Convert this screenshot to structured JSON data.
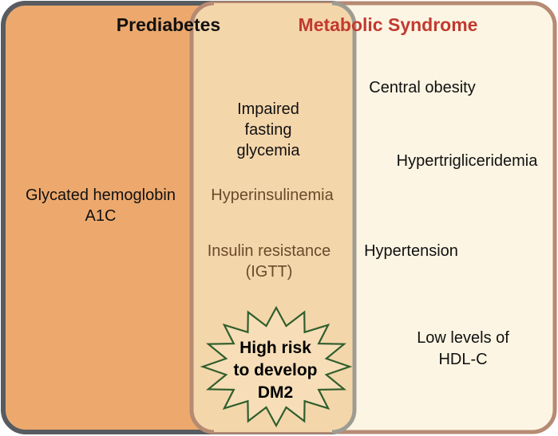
{
  "colors": {
    "prediabetes_fill": "#EDA96D",
    "prediabetes_border": "#585C60",
    "metsyn_fill": "#FCF5E3",
    "metsyn_border": "#B68A73",
    "overlap_fill": "#F4D6AB",
    "title_prediabetes": "#111111",
    "title_metsyn": "#C13A30",
    "text_dark": "#111111",
    "text_brown": "#6B4A2B",
    "star_fill": "#F7DEB8",
    "star_stroke": "#2F5E2C"
  },
  "diagram": {
    "left_title": "Prediabetes",
    "right_title": "Metabolic Syndrome",
    "prediabetes_only": {
      "glycated_line1": "Glycated hemoglobin",
      "glycated_line2": "A1C"
    },
    "overlap": {
      "impaired_line1": "Impaired",
      "impaired_line2": "fasting",
      "impaired_line3": "glycemia",
      "hyperinsulinemia": "Hyperinsulinemia",
      "insulin_line1": "Insulin resistance",
      "insulin_line2": "(IGTT)"
    },
    "metsyn_only": {
      "central_obesity": "Central obesity",
      "hypertriglyceridemia": "Hypertrigliceridemia",
      "hypertension": "Hypertension",
      "hdl_line1": "Low levels of",
      "hdl_line2": "HDL-C"
    },
    "risk_badge": {
      "line1": "High risk",
      "line2": "to develop",
      "line3": "DM2"
    }
  }
}
